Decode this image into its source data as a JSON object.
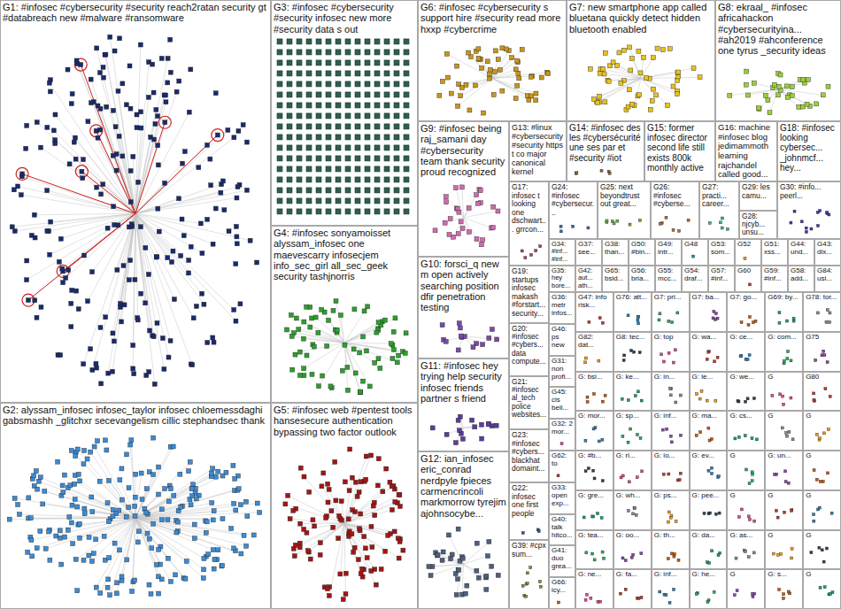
{
  "diagram": {
    "nodes": [
      {
        "text": [
          "G1: #infosec #cybersecurity #security reach2ratan security gt #databreach new #malware #ransomware"
        ]
      },
      {
        "text": [
          "G2: alyssam_infosec infosec_taylor infosec chloemessdaghi gabsmashh _glitchxr secevangelism cillic stephandsec thank"
        ]
      },
      {
        "text": [
          "G3: #infosec #cybersecurity #security infosec new more #security data s out"
        ]
      },
      {
        "text": [
          "G4: #infosec sonyamoisset alyssam_infosec one maevescarry infosecjem info_sec_girl all_sec_geek security tashjnorris"
        ]
      },
      {
        "text": [
          "G5: #infosec web #pentest tools hansesecure authentication bypassing two factor outlook"
        ]
      },
      {
        "text": [
          "G6: #infosec #cybersecurity s support hire #security read more hxxp #cybercrime"
        ]
      },
      {
        "text": [
          "G7: new smartphone app called bluetana quickly detect hidden bluetooth enabled"
        ]
      },
      {
        "text": [
          "G8: ekraal_ #infosec africahackon #cybersecurityina... #ah2019 #ahconference one tyrus _security ideas"
        ]
      },
      {
        "text": [
          "G9: #infosec being raj_samani day #cybersecurity team thank security proud recognized"
        ]
      },
      {
        "text": [
          "G13: #linux #cybersecurity #security https t co major canonical kernel"
        ]
      },
      {
        "text": [
          "G14: #infosec des les #cybersécurité une ses par et #security #iot"
        ]
      },
      {
        "text": [
          "G15: former infosec director second life still exists 800k monthly active"
        ]
      },
      {
        "text": [
          "G16: machine #infosec blog jedimammoth learning rajchandel called good..."
        ]
      },
      {
        "text": [
          "G18: #infosec looking cybersec... _johnmcf... hey..."
        ]
      },
      {
        "text": [
          "G10: forsci_q new m open actively searching position dfir penetration testing"
        ]
      },
      {
        "text": [
          "G11: #infosec hey trying help security infosec friends partner s friend"
        ]
      },
      {
        "text": [
          "G12: ian_infosec eric_conrad nerdpyle fpieces carmencrincoli markmorrow tyrejim ajohnsocybe..."
        ]
      },
      {
        "text": [
          "G17: infosec t looking one dschwart... grrcon..."
        ]
      },
      {
        "text": [
          "G24: #infosec #cybersecur..."
        ]
      },
      {
        "text": [
          "G25: next beyondtrust out great..."
        ]
      },
      {
        "text": [
          "G26: #infosec #cyberse..."
        ]
      },
      {
        "text": [
          "G27: practi... career..."
        ]
      },
      {
        "text": [
          "G29: les camu..."
        ]
      },
      {
        "text": [
          "G28: njcyb... unsu..."
        ]
      },
      {
        "text": [
          "G30: #info... peerl..."
        ]
      },
      {
        "text": [
          "G19: startups infosec makash #forstart... security..."
        ]
      },
      {
        "text": [
          "G20: #infosec #cybers... data compute..."
        ]
      },
      {
        "text": [
          "G21: #infosec al_tech police websites..."
        ]
      },
      {
        "text": [
          "G23: #infosec #cybers... blackhat domaint..."
        ]
      },
      {
        "text": [
          "G22: infosec one first people"
        ]
      },
      {
        "text": [
          "G39: #cpx sum..."
        ]
      },
      {
        "text": [
          "G34: #inf... #inf..."
        ]
      },
      {
        "text": [
          "G37: see..."
        ]
      },
      {
        "text": [
          "G38: than..."
        ]
      },
      {
        "text": [
          "G50: #bin..."
        ]
      },
      {
        "text": [
          "G49: intr..."
        ]
      },
      {
        "text": [
          "G48"
        ]
      },
      {
        "text": [
          "G53: som..."
        ]
      },
      {
        "text": [
          "G52"
        ]
      },
      {
        "text": [
          "G51: xss..."
        ]
      },
      {
        "text": [
          "G44: und..."
        ]
      },
      {
        "text": [
          "G43: dix..."
        ]
      },
      {
        "text": [
          "G35: hey bore..."
        ]
      },
      {
        "text": [
          "G42: aut... ath..."
        ]
      },
      {
        "text": [
          "G65: bsid..."
        ]
      },
      {
        "text": [
          "G56: bria..."
        ]
      },
      {
        "text": [
          "G55: mcc..."
        ]
      },
      {
        "text": [
          "G54: draf..."
        ]
      },
      {
        "text": [
          "G57: #inf..."
        ]
      },
      {
        "text": [
          "G60"
        ]
      },
      {
        "text": [
          "G59: #inf..."
        ]
      },
      {
        "text": [
          "G58: add..."
        ]
      },
      {
        "text": [
          "G84: usi..."
        ]
      },
      {
        "text": [
          "G36: metr infos..."
        ]
      },
      {
        "text": [
          "G46: ps new"
        ]
      },
      {
        "text": [
          "G31: non profi..."
        ]
      },
      {
        "text": [
          "G45: cis beli..."
        ]
      },
      {
        "text": [
          "G32: 2 mor..."
        ]
      },
      {
        "text": [
          "G62: to"
        ]
      },
      {
        "text": [
          "G33: open exp..."
        ]
      },
      {
        "text": [
          "G40: talk hitco..."
        ]
      },
      {
        "text": [
          "G41: duo grea..."
        ]
      },
      {
        "text": [
          "G66: icy..."
        ]
      },
      {
        "text": [
          "G47: info risk..."
        ]
      },
      {
        "text": [
          "G76: att..."
        ]
      },
      {
        "text": [
          "G7: pri..."
        ]
      },
      {
        "text": [
          "G7: ba..."
        ]
      },
      {
        "text": [
          "G7: go..."
        ]
      },
      {
        "text": [
          "G69: by..."
        ]
      },
      {
        "text": [
          "G78: tor..."
        ]
      },
      {
        "text": [
          "G82: dat..."
        ]
      },
      {
        "text": [
          "G8: tec..."
        ]
      },
      {
        "text": [
          "G: top"
        ]
      },
      {
        "text": [
          "G: wa..."
        ]
      },
      {
        "text": [
          "G: ce..."
        ]
      },
      {
        "text": [
          "G: com..."
        ]
      },
      {
        "text": [
          "G75"
        ]
      },
      {
        "text": [
          "G: bsi..."
        ]
      },
      {
        "text": [
          "G: ke..."
        ]
      },
      {
        "text": [
          "G: in..."
        ]
      },
      {
        "text": [
          "G: le..."
        ]
      },
      {
        "text": [
          "G: we..."
        ]
      },
      {
        "text": [
          "G"
        ]
      },
      {
        "text": [
          "G80"
        ]
      },
      {
        "text": [
          "G: mor..."
        ]
      },
      {
        "text": [
          "G: sp..."
        ]
      },
      {
        "text": [
          "G: inf..."
        ]
      },
      {
        "text": [
          "G: ma..."
        ]
      },
      {
        "text": [
          "G: cs..."
        ]
      },
      {
        "text": [
          "G"
        ]
      },
      {
        "text": [
          "G"
        ]
      },
      {
        "text": [
          "G: #b..."
        ]
      },
      {
        "text": [
          "G: ri..."
        ]
      },
      {
        "text": [
          "G: lo..."
        ]
      },
      {
        "text": [
          "G: ev..."
        ]
      },
      {
        "text": [
          "G"
        ]
      },
      {
        "text": [
          "G: un..."
        ]
      },
      {
        "text": [
          "G"
        ]
      },
      {
        "text": [
          "G: gre..."
        ]
      },
      {
        "text": [
          "G: wh..."
        ]
      },
      {
        "text": [
          "G: ps..."
        ]
      },
      {
        "text": [
          "G: pee..."
        ]
      },
      {
        "text": [
          "G"
        ]
      },
      {
        "text": [
          "G"
        ]
      },
      {
        "text": [
          "G"
        ]
      },
      {
        "text": [
          "G: tea..."
        ]
      },
      {
        "text": [
          "G: oo..."
        ]
      },
      {
        "text": [
          "G: th..."
        ]
      },
      {
        "text": [
          "G: da..."
        ]
      },
      {
        "text": [
          "G: as..."
        ]
      },
      {
        "text": [
          "G"
        ]
      },
      {
        "text": [
          "G"
        ]
      },
      {
        "text": [
          "G: ne..."
        ]
      },
      {
        "text": [
          "G: fa..."
        ]
      },
      {
        "text": [
          "G: inf..."
        ]
      },
      {
        "text": [
          "G: he..."
        ]
      },
      {
        "text": [
          "G"
        ]
      },
      {
        "text": [
          "G: s..."
        ]
      },
      {
        "text": [
          "G"
        ]
      }
    ]
  }
}
